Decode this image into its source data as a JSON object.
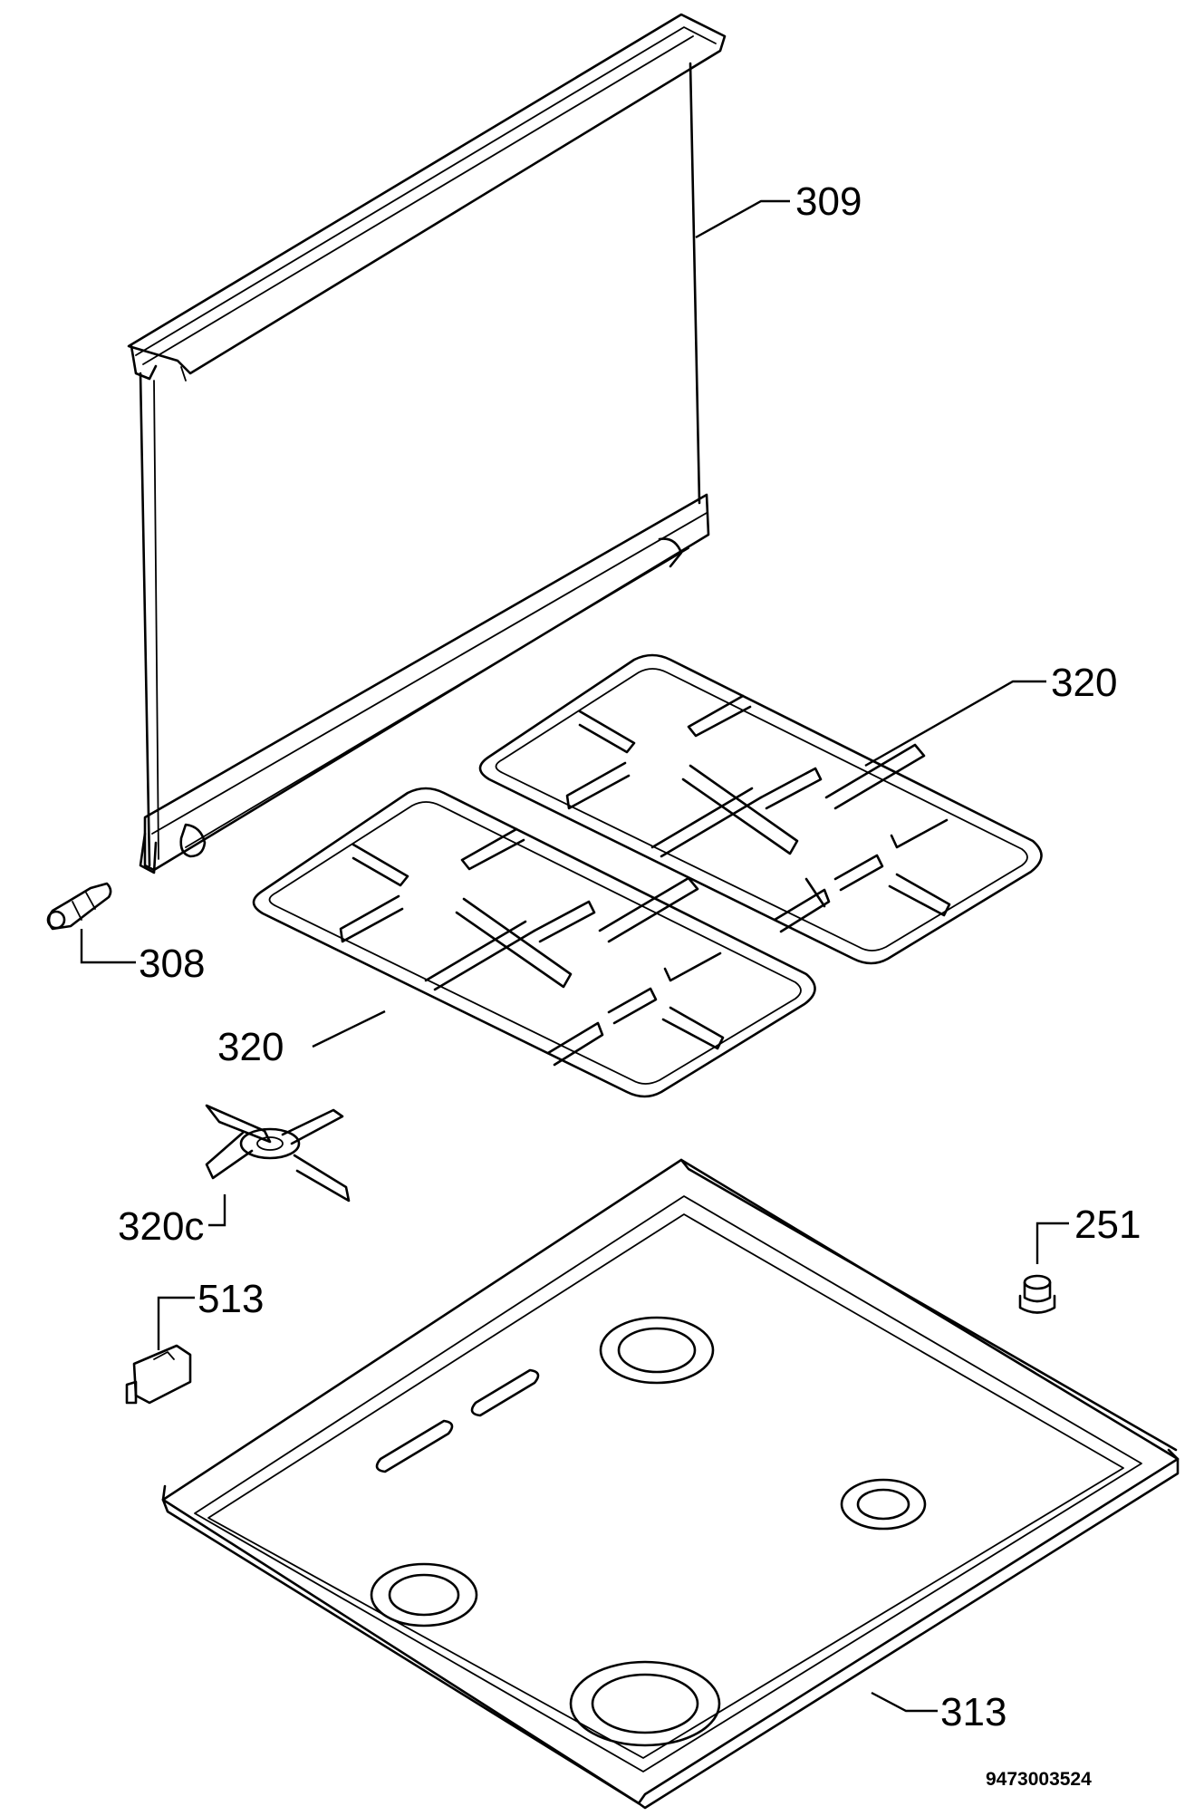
{
  "callouts": {
    "c309": "309",
    "c320_rear": "320",
    "c308": "308",
    "c320_front": "320",
    "c320c": "320c",
    "c251": "251",
    "c513": "513",
    "c313": "313"
  },
  "drawing_number": "9473003524"
}
